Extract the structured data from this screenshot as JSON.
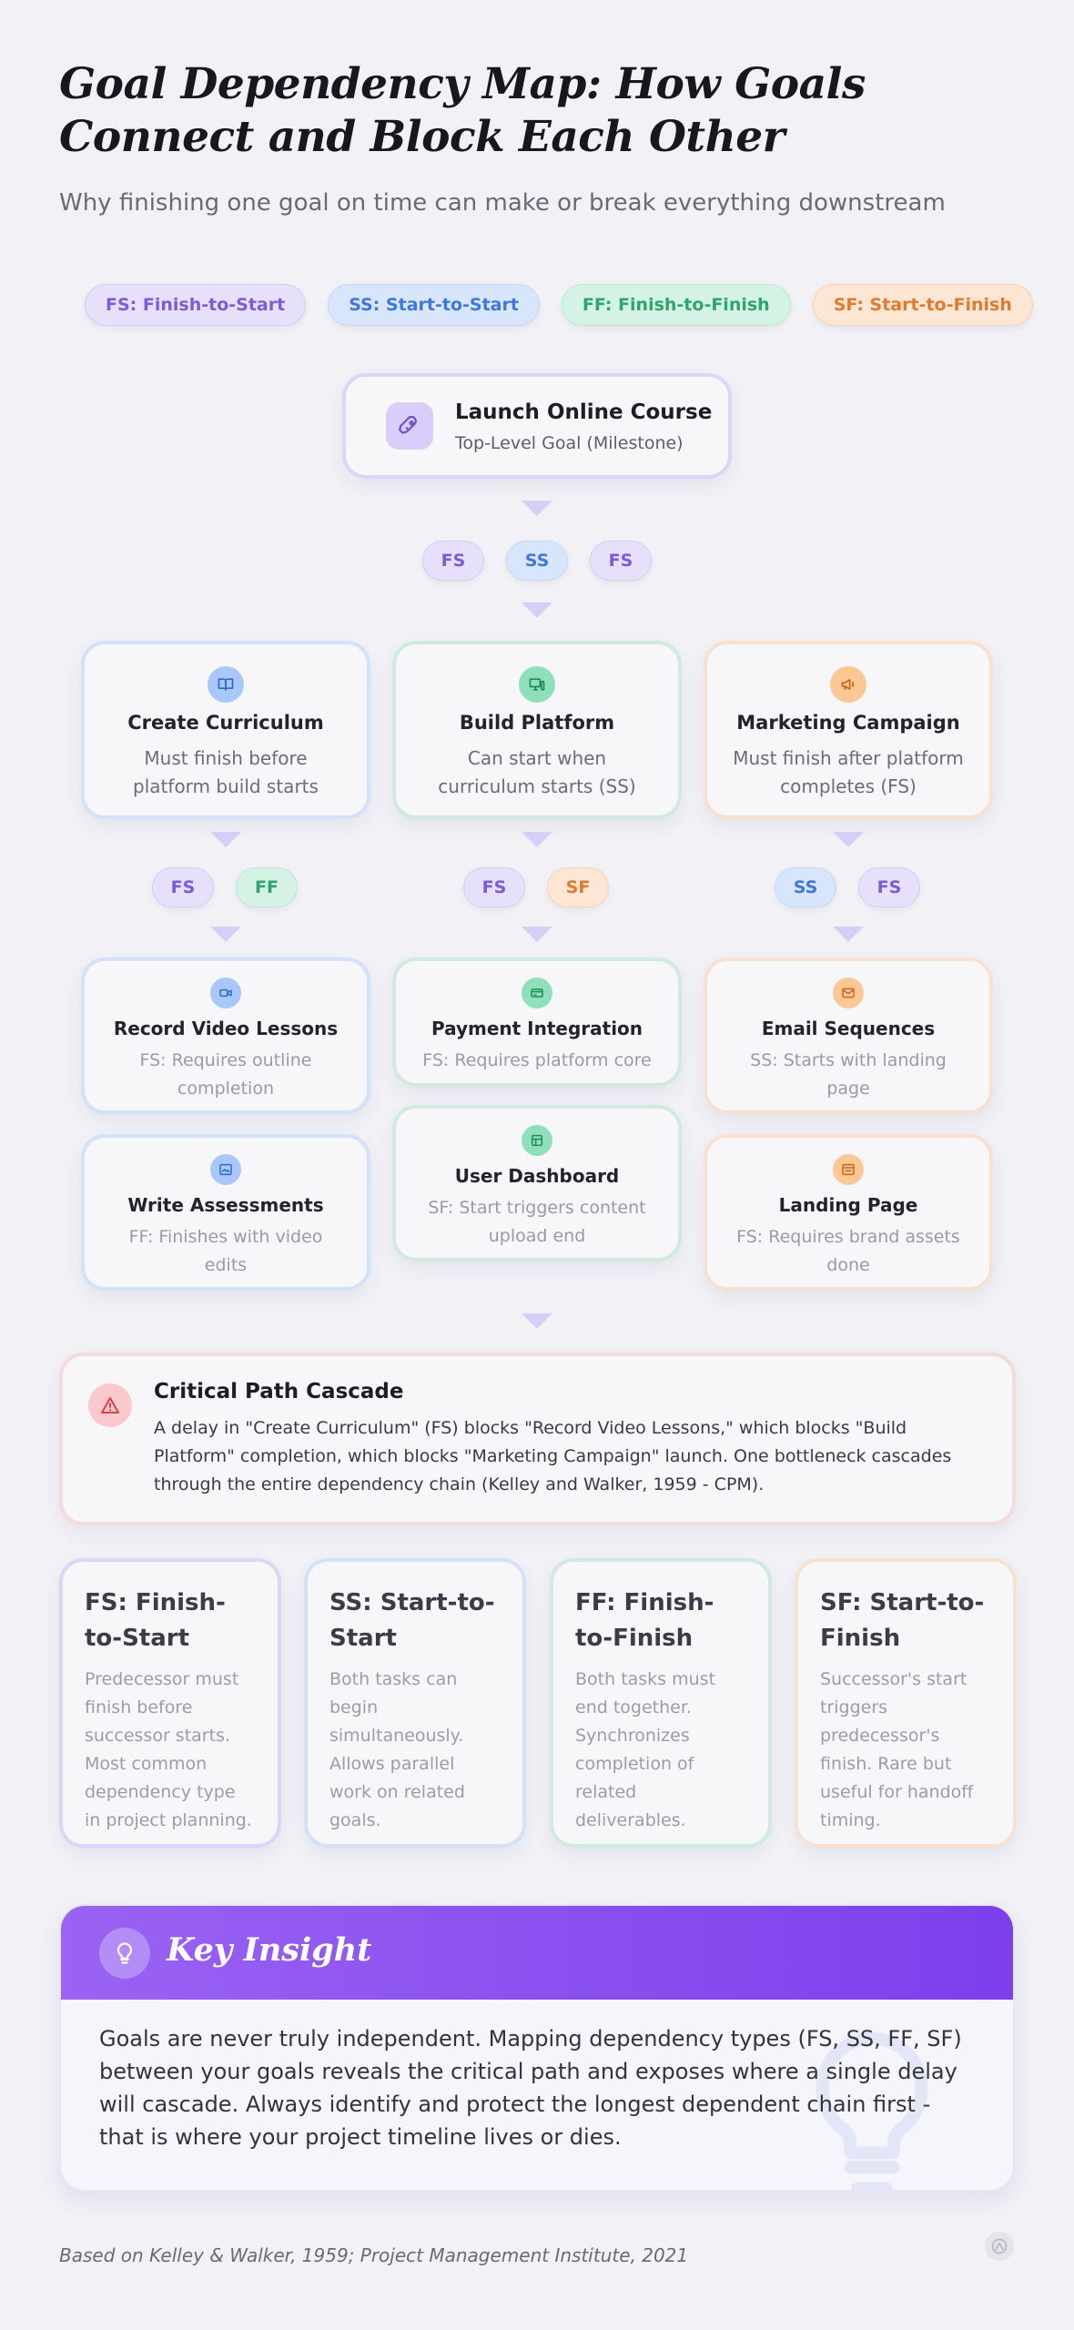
{
  "header": {
    "title": "Goal Dependency Map: How Goals Connect and Block Each Other",
    "subtitle": "Why finishing one goal on time can make or break everything downstream"
  },
  "legend": [
    {
      "label": "FS: Finish-to-Start",
      "color": "#7c5bd6"
    },
    {
      "label": "SS: Start-to-Start",
      "color": "#3f78d8"
    },
    {
      "label": "FF: Finish-to-Finish",
      "color": "#2ea56c"
    },
    {
      "label": "SF: Start-to-Finish",
      "color": "#e07a2e"
    }
  ],
  "top_goal": {
    "title": "Launch Online Course",
    "subtitle": "Top-Level Goal (Milestone)",
    "icon": "rocket-icon"
  },
  "top_links": [
    "FS",
    "SS",
    "FS"
  ],
  "goals": [
    {
      "title": "Create Curriculum",
      "desc": "Must finish before platform build starts",
      "icon": "book-icon",
      "links": [
        "FS",
        "FF"
      ],
      "subgoals": [
        {
          "title": "Record Video Lessons",
          "desc": "FS: Requires outline completion",
          "icon": "video-icon"
        },
        {
          "title": "Write Assessments",
          "desc": "FF: Finishes with video edits",
          "icon": "image-icon"
        }
      ]
    },
    {
      "title": "Build Platform",
      "desc": "Can start when curriculum starts (SS)",
      "icon": "monitor-icon",
      "links": [
        "FS",
        "SF"
      ],
      "subgoals": [
        {
          "title": "Payment Integration",
          "desc": "FS: Requires platform core",
          "icon": "card-icon"
        },
        {
          "title": "User Dashboard",
          "desc": "SF: Start triggers content upload end",
          "icon": "dashboard-icon"
        }
      ]
    },
    {
      "title": "Marketing Campaign",
      "desc": "Must finish after platform completes (FS)",
      "icon": "megaphone-icon",
      "links": [
        "SS",
        "FS"
      ],
      "subgoals": [
        {
          "title": "Email Sequences",
          "desc": "SS: Starts with landing page",
          "icon": "mail-icon"
        },
        {
          "title": "Landing Page",
          "desc": "FS: Requires brand assets done",
          "icon": "browser-icon"
        }
      ]
    }
  ],
  "critical": {
    "title": "Critical Path Cascade",
    "body": "A delay in \"Create Curriculum\" (FS) blocks \"Record Video Lessons,\" which blocks \"Build Platform\" completion, which blocks \"Marketing Campaign\" launch. One bottleneck cascades through the entire dependency chain (Kelley and Walker, 1959 - CPM).",
    "icon": "warning-icon"
  },
  "definitions": [
    {
      "title": "FS: Finish-to-Start",
      "desc": "Predecessor must finish before successor starts. Most common dependency type in project planning."
    },
    {
      "title": "SS: Start-to-Start",
      "desc": "Both tasks can begin simultaneously. Allows parallel work on related goals."
    },
    {
      "title": "FF: Finish-to-Finish",
      "desc": "Both tasks must end together. Synchronizes completion of related deliverables."
    },
    {
      "title": "SF: Start-to-Finish",
      "desc": "Successor's start triggers predecessor's finish. Rare but useful for handoff timing."
    }
  ],
  "insight": {
    "title": "Key Insight",
    "body": "Goals are never truly independent. Mapping dependency types (FS, SS, FF, SF) between your goals reveals the critical path and exposes where a single delay will cascade. Always identify and protect the longest dependent chain first - that is where your project timeline lives or dies.",
    "icon": "lightbulb-icon"
  },
  "footer": {
    "source": "Based on Kelley & Walker, 1959; Project Management Institute, 2021",
    "logo": "brand-logo-icon"
  }
}
